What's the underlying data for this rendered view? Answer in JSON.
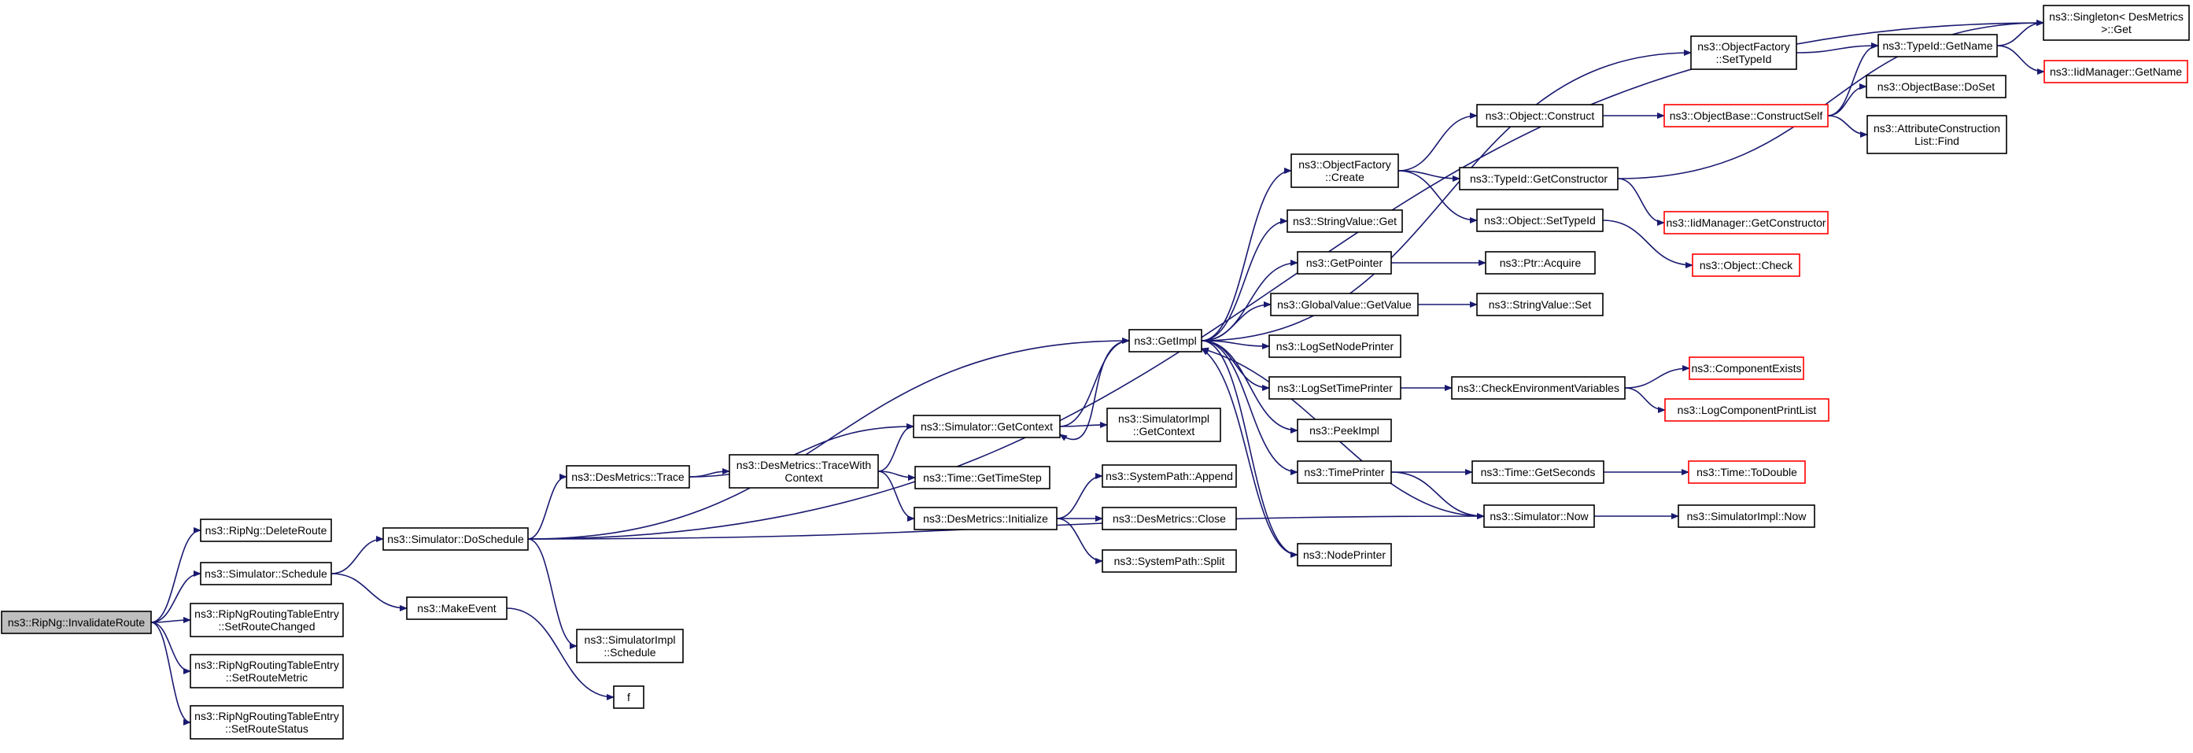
{
  "diagram": {
    "type": "call-graph",
    "edge_color": "#191970",
    "root_fill": "#bfbfbf",
    "external_border": "#ff0000",
    "nodes": [
      {
        "id": "root",
        "lines": [
          "ns3::RipNg::InvalidateRoute"
        ],
        "style": "root"
      },
      {
        "id": "deleteRoute",
        "lines": [
          "ns3::RipNg::DeleteRoute"
        ]
      },
      {
        "id": "schedule",
        "lines": [
          "ns3::Simulator::Schedule"
        ]
      },
      {
        "id": "setRouteChanged",
        "lines": [
          "ns3::RipNgRoutingTableEntry",
          "::SetRouteChanged"
        ]
      },
      {
        "id": "setRouteMetric",
        "lines": [
          "ns3::RipNgRoutingTableEntry",
          "::SetRouteMetric"
        ]
      },
      {
        "id": "setRouteStatus",
        "lines": [
          "ns3::RipNgRoutingTableEntry",
          "::SetRouteStatus"
        ]
      },
      {
        "id": "doSchedule",
        "lines": [
          "ns3::Simulator::DoSchedule"
        ]
      },
      {
        "id": "makeEvent",
        "lines": [
          "ns3::MakeEvent"
        ]
      },
      {
        "id": "desTrace",
        "lines": [
          "ns3::DesMetrics::Trace"
        ]
      },
      {
        "id": "simImplSchedule",
        "lines": [
          "ns3::SimulatorImpl",
          "::Schedule"
        ]
      },
      {
        "id": "f",
        "lines": [
          "f"
        ]
      },
      {
        "id": "traceWithContext",
        "lines": [
          "ns3::DesMetrics::TraceWith",
          "Context"
        ]
      },
      {
        "id": "getContext",
        "lines": [
          "ns3::Simulator::GetContext"
        ]
      },
      {
        "id": "getTimeStep",
        "lines": [
          "ns3::Time::GetTimeStep"
        ]
      },
      {
        "id": "desInitialize",
        "lines": [
          "ns3::DesMetrics::Initialize"
        ]
      },
      {
        "id": "getImpl",
        "lines": [
          "ns3::GetImpl"
        ]
      },
      {
        "id": "simImplGetContext",
        "lines": [
          "ns3::SimulatorImpl",
          "::GetContext"
        ]
      },
      {
        "id": "spAppend",
        "lines": [
          "ns3::SystemPath::Append"
        ]
      },
      {
        "id": "desClose",
        "lines": [
          "ns3::DesMetrics::Close"
        ]
      },
      {
        "id": "spSplit",
        "lines": [
          "ns3::SystemPath::Split"
        ]
      },
      {
        "id": "ofCreate",
        "lines": [
          "ns3::ObjectFactory",
          "::Create"
        ]
      },
      {
        "id": "svGet",
        "lines": [
          "ns3::StringValue::Get"
        ]
      },
      {
        "id": "getPointer",
        "lines": [
          "ns3::GetPointer"
        ]
      },
      {
        "id": "gvGetValue",
        "lines": [
          "ns3::GlobalValue::GetValue"
        ]
      },
      {
        "id": "logSetNodePrinter",
        "lines": [
          "ns3::LogSetNodePrinter"
        ]
      },
      {
        "id": "logSetTimePrinter",
        "lines": [
          "ns3::LogSetTimePrinter"
        ]
      },
      {
        "id": "peekImpl",
        "lines": [
          "ns3::PeekImpl"
        ]
      },
      {
        "id": "timePrinter",
        "lines": [
          "ns3::TimePrinter"
        ]
      },
      {
        "id": "nodePrinter",
        "lines": [
          "ns3::NodePrinter"
        ]
      },
      {
        "id": "ofSetTypeId",
        "lines": [
          "ns3::ObjectFactory",
          "::SetTypeId"
        ]
      },
      {
        "id": "objConstruct",
        "lines": [
          "ns3::Object::Construct"
        ]
      },
      {
        "id": "tidGetConstructor",
        "lines": [
          "ns3::TypeId::GetConstructor"
        ]
      },
      {
        "id": "objSetTypeId",
        "lines": [
          "ns3::Object::SetTypeId"
        ]
      },
      {
        "id": "ptrAcquire",
        "lines": [
          "ns3::Ptr::Acquire"
        ]
      },
      {
        "id": "svSet",
        "lines": [
          "ns3::StringValue::Set"
        ]
      },
      {
        "id": "checkEnv",
        "lines": [
          "ns3::CheckEnvironmentVariables"
        ]
      },
      {
        "id": "timeGetSeconds",
        "lines": [
          "ns3::Time::GetSeconds"
        ]
      },
      {
        "id": "simNow",
        "lines": [
          "ns3::Simulator::Now"
        ]
      },
      {
        "id": "tidGetName",
        "lines": [
          "ns3::TypeId::GetName"
        ]
      },
      {
        "id": "constructSelf",
        "lines": [
          "ns3::ObjectBase::ConstructSelf"
        ],
        "style": "external"
      },
      {
        "id": "iidGetConstructor",
        "lines": [
          "ns3::IidManager::GetConstructor"
        ],
        "style": "external"
      },
      {
        "id": "objCheck",
        "lines": [
          "ns3::Object::Check"
        ],
        "style": "external"
      },
      {
        "id": "componentExists",
        "lines": [
          "ns3::ComponentExists"
        ],
        "style": "external"
      },
      {
        "id": "logComponentPrintList",
        "lines": [
          "ns3::LogComponentPrintList"
        ],
        "style": "external"
      },
      {
        "id": "timeToDouble",
        "lines": [
          "ns3::Time::ToDouble"
        ],
        "style": "external"
      },
      {
        "id": "simImplNow",
        "lines": [
          "ns3::SimulatorImpl::Now"
        ]
      },
      {
        "id": "singletonGet",
        "lines": [
          "ns3::Singleton< DesMetrics",
          ">::Get"
        ]
      },
      {
        "id": "iidGetName",
        "lines": [
          "ns3::IidManager::GetName"
        ],
        "style": "external"
      },
      {
        "id": "doSet",
        "lines": [
          "ns3::ObjectBase::DoSet"
        ]
      },
      {
        "id": "attrFind",
        "lines": [
          "ns3::AttributeConstruction",
          "List::Find"
        ]
      }
    ],
    "edges": [
      [
        "root",
        "deleteRoute"
      ],
      [
        "root",
        "schedule"
      ],
      [
        "root",
        "setRouteChanged"
      ],
      [
        "root",
        "setRouteMetric"
      ],
      [
        "root",
        "setRouteStatus"
      ],
      [
        "schedule",
        "doSchedule"
      ],
      [
        "schedule",
        "makeEvent"
      ],
      [
        "doSchedule",
        "desTrace"
      ],
      [
        "doSchedule",
        "getImpl"
      ],
      [
        "doSchedule",
        "simNow"
      ],
      [
        "doSchedule",
        "simImplSchedule"
      ],
      [
        "doSchedule",
        "singletonGet"
      ],
      [
        "makeEvent",
        "f"
      ],
      [
        "desTrace",
        "getContext"
      ],
      [
        "desTrace",
        "traceWithContext"
      ],
      [
        "traceWithContext",
        "getContext"
      ],
      [
        "traceWithContext",
        "getTimeStep"
      ],
      [
        "traceWithContext",
        "desInitialize"
      ],
      [
        "getContext",
        "getImpl"
      ],
      [
        "getContext",
        "simImplGetContext"
      ],
      [
        "desInitialize",
        "spAppend"
      ],
      [
        "desInitialize",
        "desClose"
      ],
      [
        "desInitialize",
        "spSplit"
      ],
      [
        "getImpl",
        "ofSetTypeId"
      ],
      [
        "getImpl",
        "ofCreate"
      ],
      [
        "getImpl",
        "svGet"
      ],
      [
        "getImpl",
        "getPointer"
      ],
      [
        "getImpl",
        "gvGetValue"
      ],
      [
        "getImpl",
        "logSetNodePrinter"
      ],
      [
        "getImpl",
        "logSetTimePrinter"
      ],
      [
        "getImpl",
        "peekImpl"
      ],
      [
        "getImpl",
        "timePrinter"
      ],
      [
        "getImpl",
        "nodePrinter"
      ],
      [
        "ofCreate",
        "objConstruct"
      ],
      [
        "ofCreate",
        "tidGetConstructor"
      ],
      [
        "ofCreate",
        "objSetTypeId"
      ],
      [
        "ofSetTypeId",
        "tidGetName"
      ],
      [
        "objConstruct",
        "constructSelf"
      ],
      [
        "constructSelf",
        "tidGetName"
      ],
      [
        "constructSelf",
        "doSet"
      ],
      [
        "constructSelf",
        "attrFind"
      ],
      [
        "tidGetName",
        "singletonGet"
      ],
      [
        "tidGetName",
        "iidGetName"
      ],
      [
        "tidGetConstructor",
        "iidGetConstructor"
      ],
      [
        "tidGetConstructor",
        "singletonGet"
      ],
      [
        "objSetTypeId",
        "objCheck"
      ],
      [
        "getPointer",
        "ptrAcquire"
      ],
      [
        "gvGetValue",
        "svSet"
      ],
      [
        "logSetTimePrinter",
        "checkEnv"
      ],
      [
        "checkEnv",
        "componentExists"
      ],
      [
        "checkEnv",
        "logComponentPrintList"
      ],
      [
        "timePrinter",
        "timeGetSeconds"
      ],
      [
        "timePrinter",
        "simNow"
      ],
      [
        "timeGetSeconds",
        "timeToDouble"
      ],
      [
        "simNow",
        "getImpl"
      ],
      [
        "simNow",
        "simImplNow"
      ],
      [
        "nodePrinter",
        "getImpl"
      ],
      [
        "getImpl",
        "getContext"
      ]
    ]
  }
}
